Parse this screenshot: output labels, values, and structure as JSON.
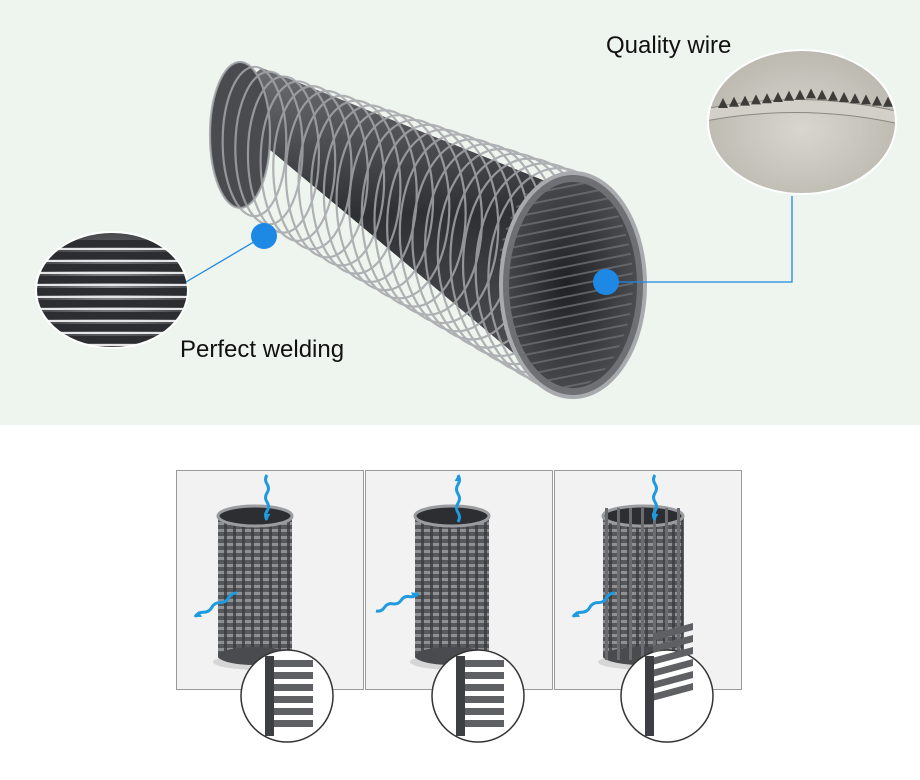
{
  "labels": {
    "quality_wire": "Quality wire",
    "perfect_welding": "Perfect welding"
  },
  "colors": {
    "hero_background": "#eef5ee",
    "accent_blue": "#1e88e5",
    "flow_arrow": "#1e9be0",
    "steel_dark": "#3c3d40",
    "steel_light": "#9a9ca0"
  },
  "panels": [
    {
      "flow": "inward-from-top",
      "icons": [
        "flow-arrow-down-icon",
        "flow-arrow-out-icon"
      ]
    },
    {
      "flow": "outward-to-top",
      "icons": [
        "flow-arrow-up-icon",
        "flow-arrow-in-icon"
      ]
    },
    {
      "flow": "inward-from-top",
      "icons": [
        "flow-arrow-down-icon",
        "flow-arrow-out-icon"
      ]
    }
  ]
}
